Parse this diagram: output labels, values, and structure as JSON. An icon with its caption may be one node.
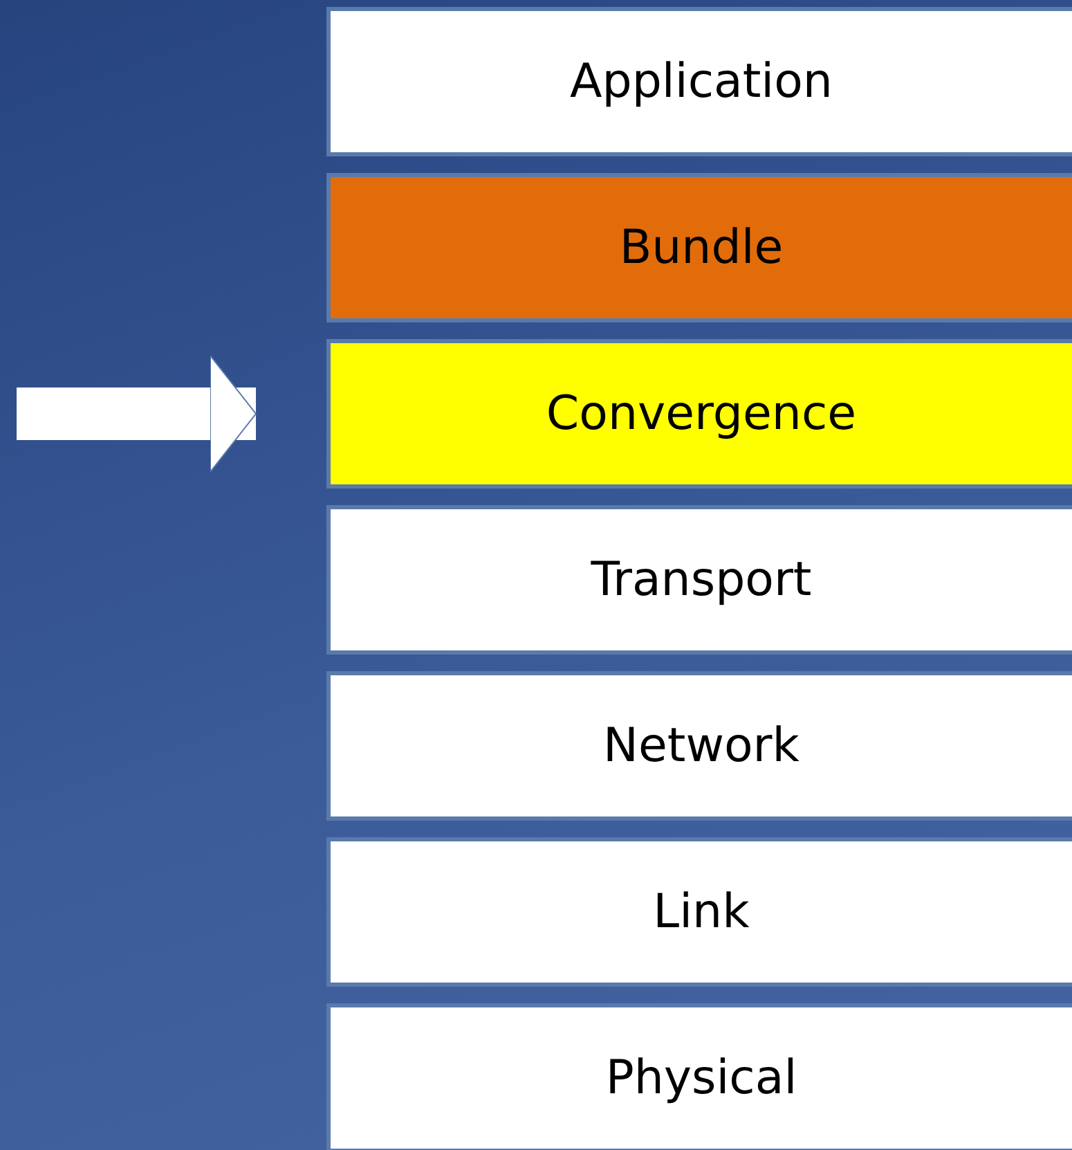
{
  "diagram": {
    "nodes": [
      {
        "text": [
          "Application"
        ]
      },
      {
        "text": [
          "Bundle"
        ]
      },
      {
        "text": [
          "Convergence"
        ]
      },
      {
        "text": [
          "Transport"
        ]
      },
      {
        "text": [
          "Network"
        ]
      },
      {
        "text": [
          "Link"
        ]
      },
      {
        "text": [
          "Physical"
        ]
      }
    ],
    "edges": [
      {
        "from": null,
        "to": 2,
        "arrow": "to"
      }
    ]
  }
}
